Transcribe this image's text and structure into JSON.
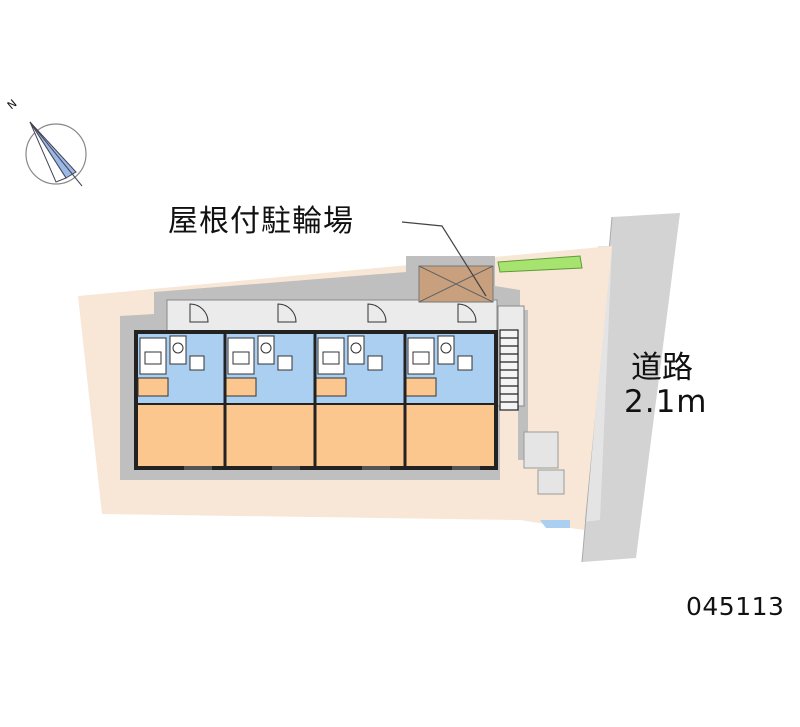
{
  "labels": {
    "covered_parking": "屋根付駐輪場",
    "road_name": "道路",
    "road_width": "2.1m",
    "property_code": "045113",
    "north": "N"
  },
  "compass": {
    "icon": "north-arrow-icon"
  },
  "colors": {
    "site": "#f8e6d6",
    "shadow": "#bfbfbf",
    "room": "#fbc78f",
    "wet_area": "#aacff0",
    "road": "#d3d3d3",
    "parking_roof": "#c9a07e",
    "planting": "#a6e46f",
    "outline": "#222222"
  },
  "units": [
    {
      "name": "unit-1"
    },
    {
      "name": "unit-2"
    },
    {
      "name": "unit-3"
    },
    {
      "name": "unit-4"
    }
  ]
}
